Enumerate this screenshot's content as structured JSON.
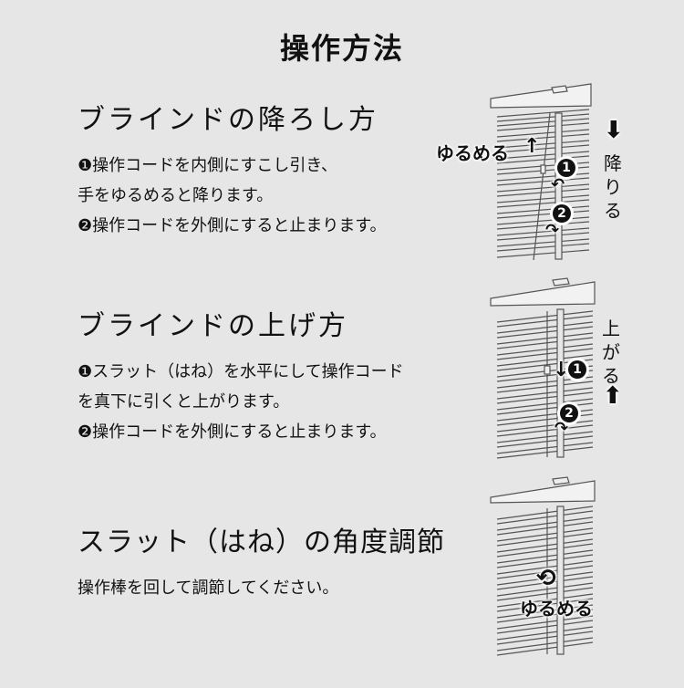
{
  "page": {
    "title": "操作方法"
  },
  "sections": [
    {
      "heading": "ブラインドの降ろし方",
      "lines": [
        "❶操作コードを内側にすこし引き、",
        "手をゆるめると降ります。",
        "❷操作コードを外側にすると止まります。"
      ],
      "illustration": {
        "loosen_label": "ゆるめる",
        "direction_label": "降りる",
        "direction_arrow": "down-arrow",
        "step_badges": [
          "1",
          "2"
        ]
      }
    },
    {
      "heading": "ブラインドの上げ方",
      "lines": [
        "❶スラット（はね）を水平にして操作コード",
        "を真下に引くと上がります。",
        "❷操作コードを外側にすると止まります。"
      ],
      "illustration": {
        "direction_label": "上がる",
        "direction_arrow": "up-arrow",
        "step_badges": [
          "1",
          "2"
        ]
      }
    },
    {
      "heading": "スラット（はね）の角度調節",
      "lines": [
        "操作棒を回して調節してください。"
      ],
      "illustration": {
        "rotate_label": "ゆるめる",
        "rotate_icon": "rotate-icon"
      }
    }
  ],
  "colors": {
    "background": "#e6e6e6",
    "text": "#111111",
    "line_art": "#555555"
  }
}
